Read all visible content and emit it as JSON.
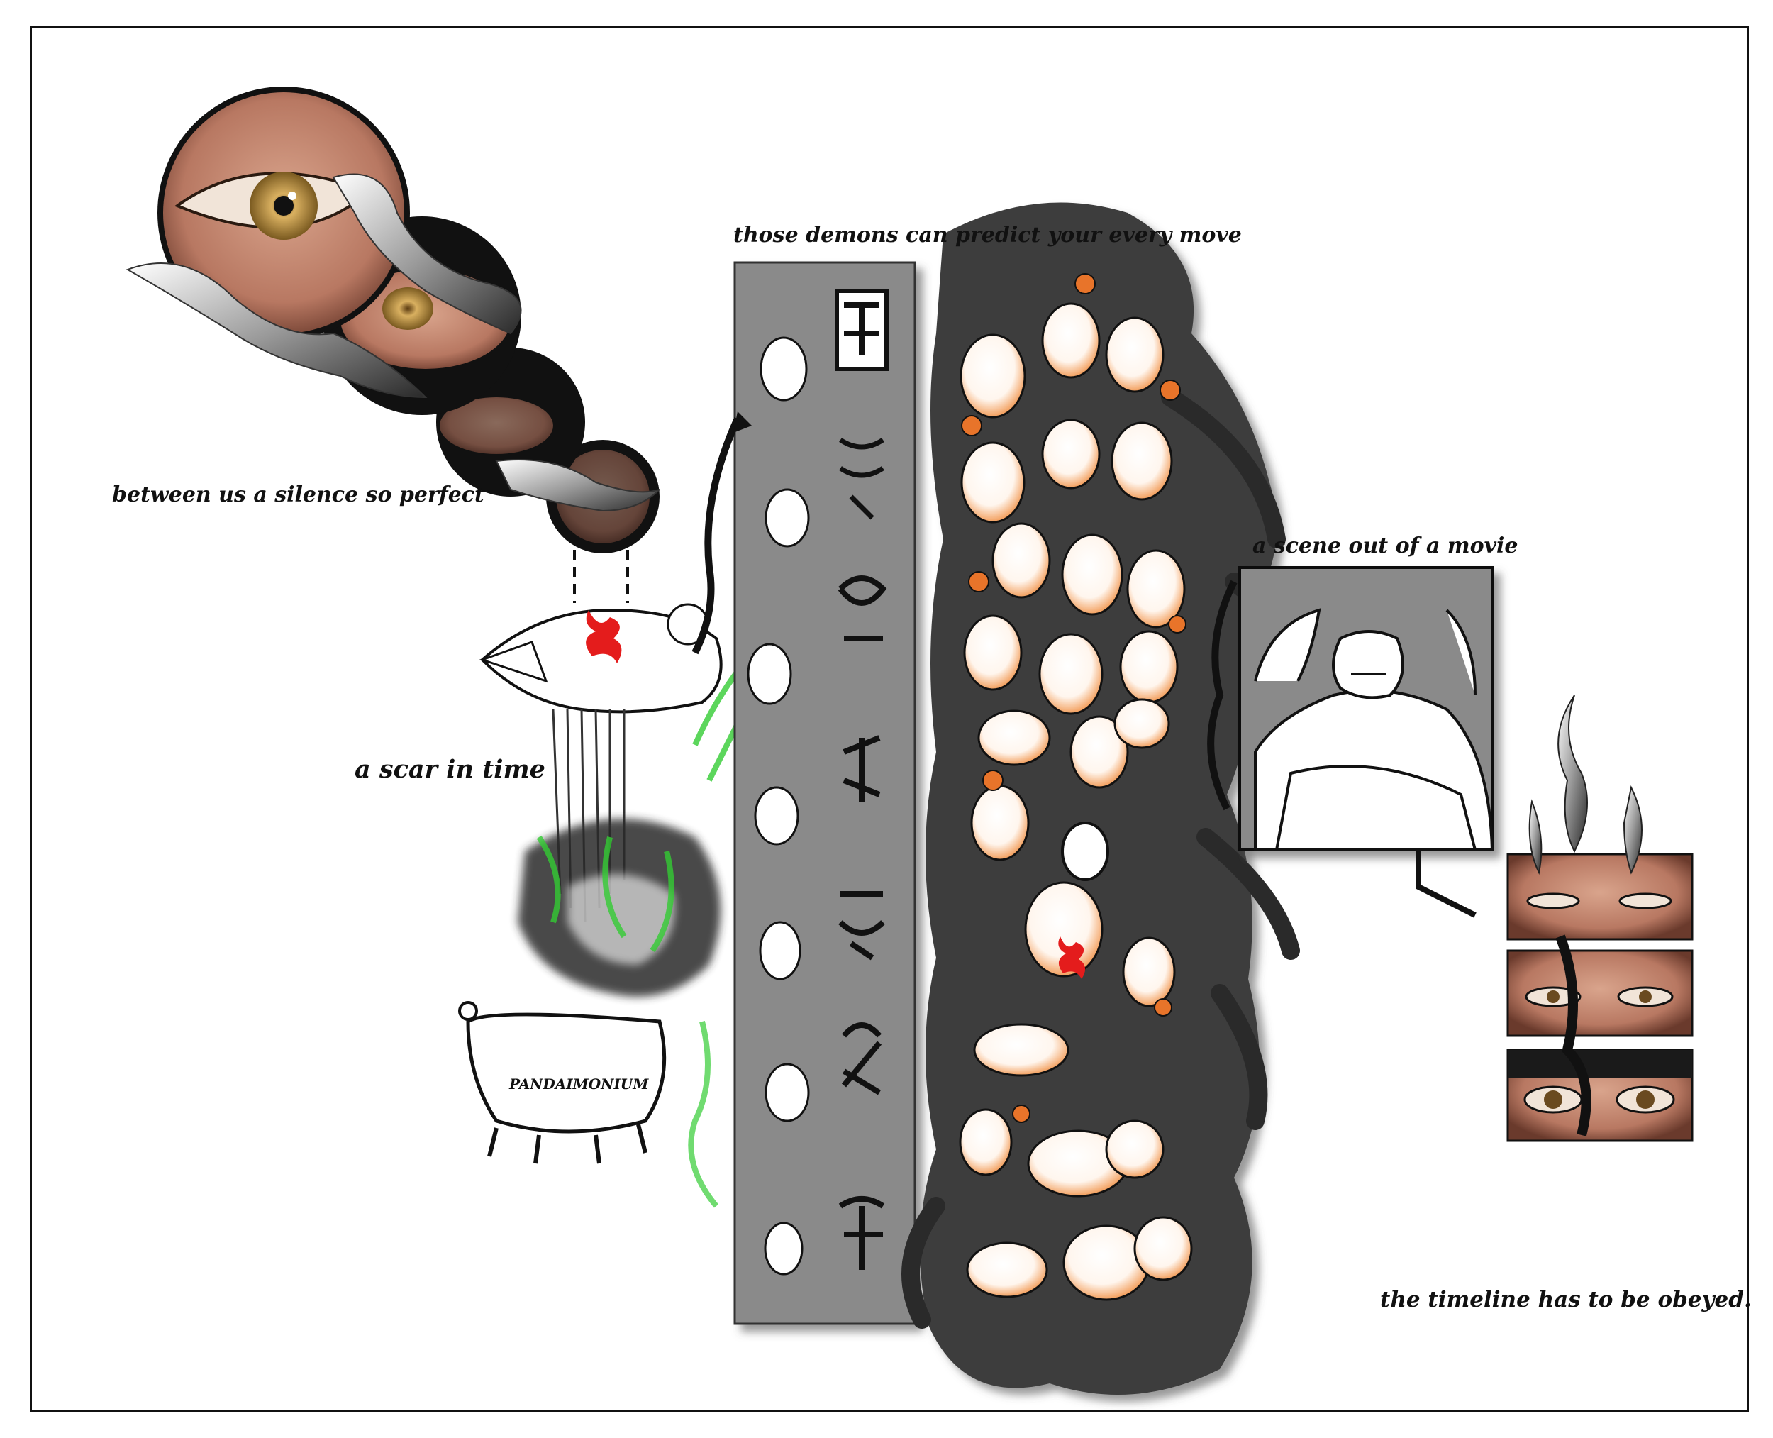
{
  "captions": {
    "silence": "between us a silence so perfect",
    "scar": "a scar in time",
    "demons": "those demons can predict your every move",
    "scene": "a scene out of a movie",
    "timeline": "the timeline has to be obeyed."
  },
  "cauldron_label": "PANDAIMONIUM",
  "colors": {
    "ink": "#111111",
    "panel_gray": "#8a8a8a",
    "shadow_gray": "#3c3c3c",
    "demon_orange": "#e8742a",
    "mark_red": "#e41c1c",
    "smoke_green": "#33cc33",
    "iris_gold": "#c9a040",
    "skin": "#c8907a"
  },
  "icons": [
    "eye-circle-icon",
    "demon-figure-icon",
    "cauldron-icon",
    "smoke-icon",
    "speech-bubble-icon"
  ]
}
